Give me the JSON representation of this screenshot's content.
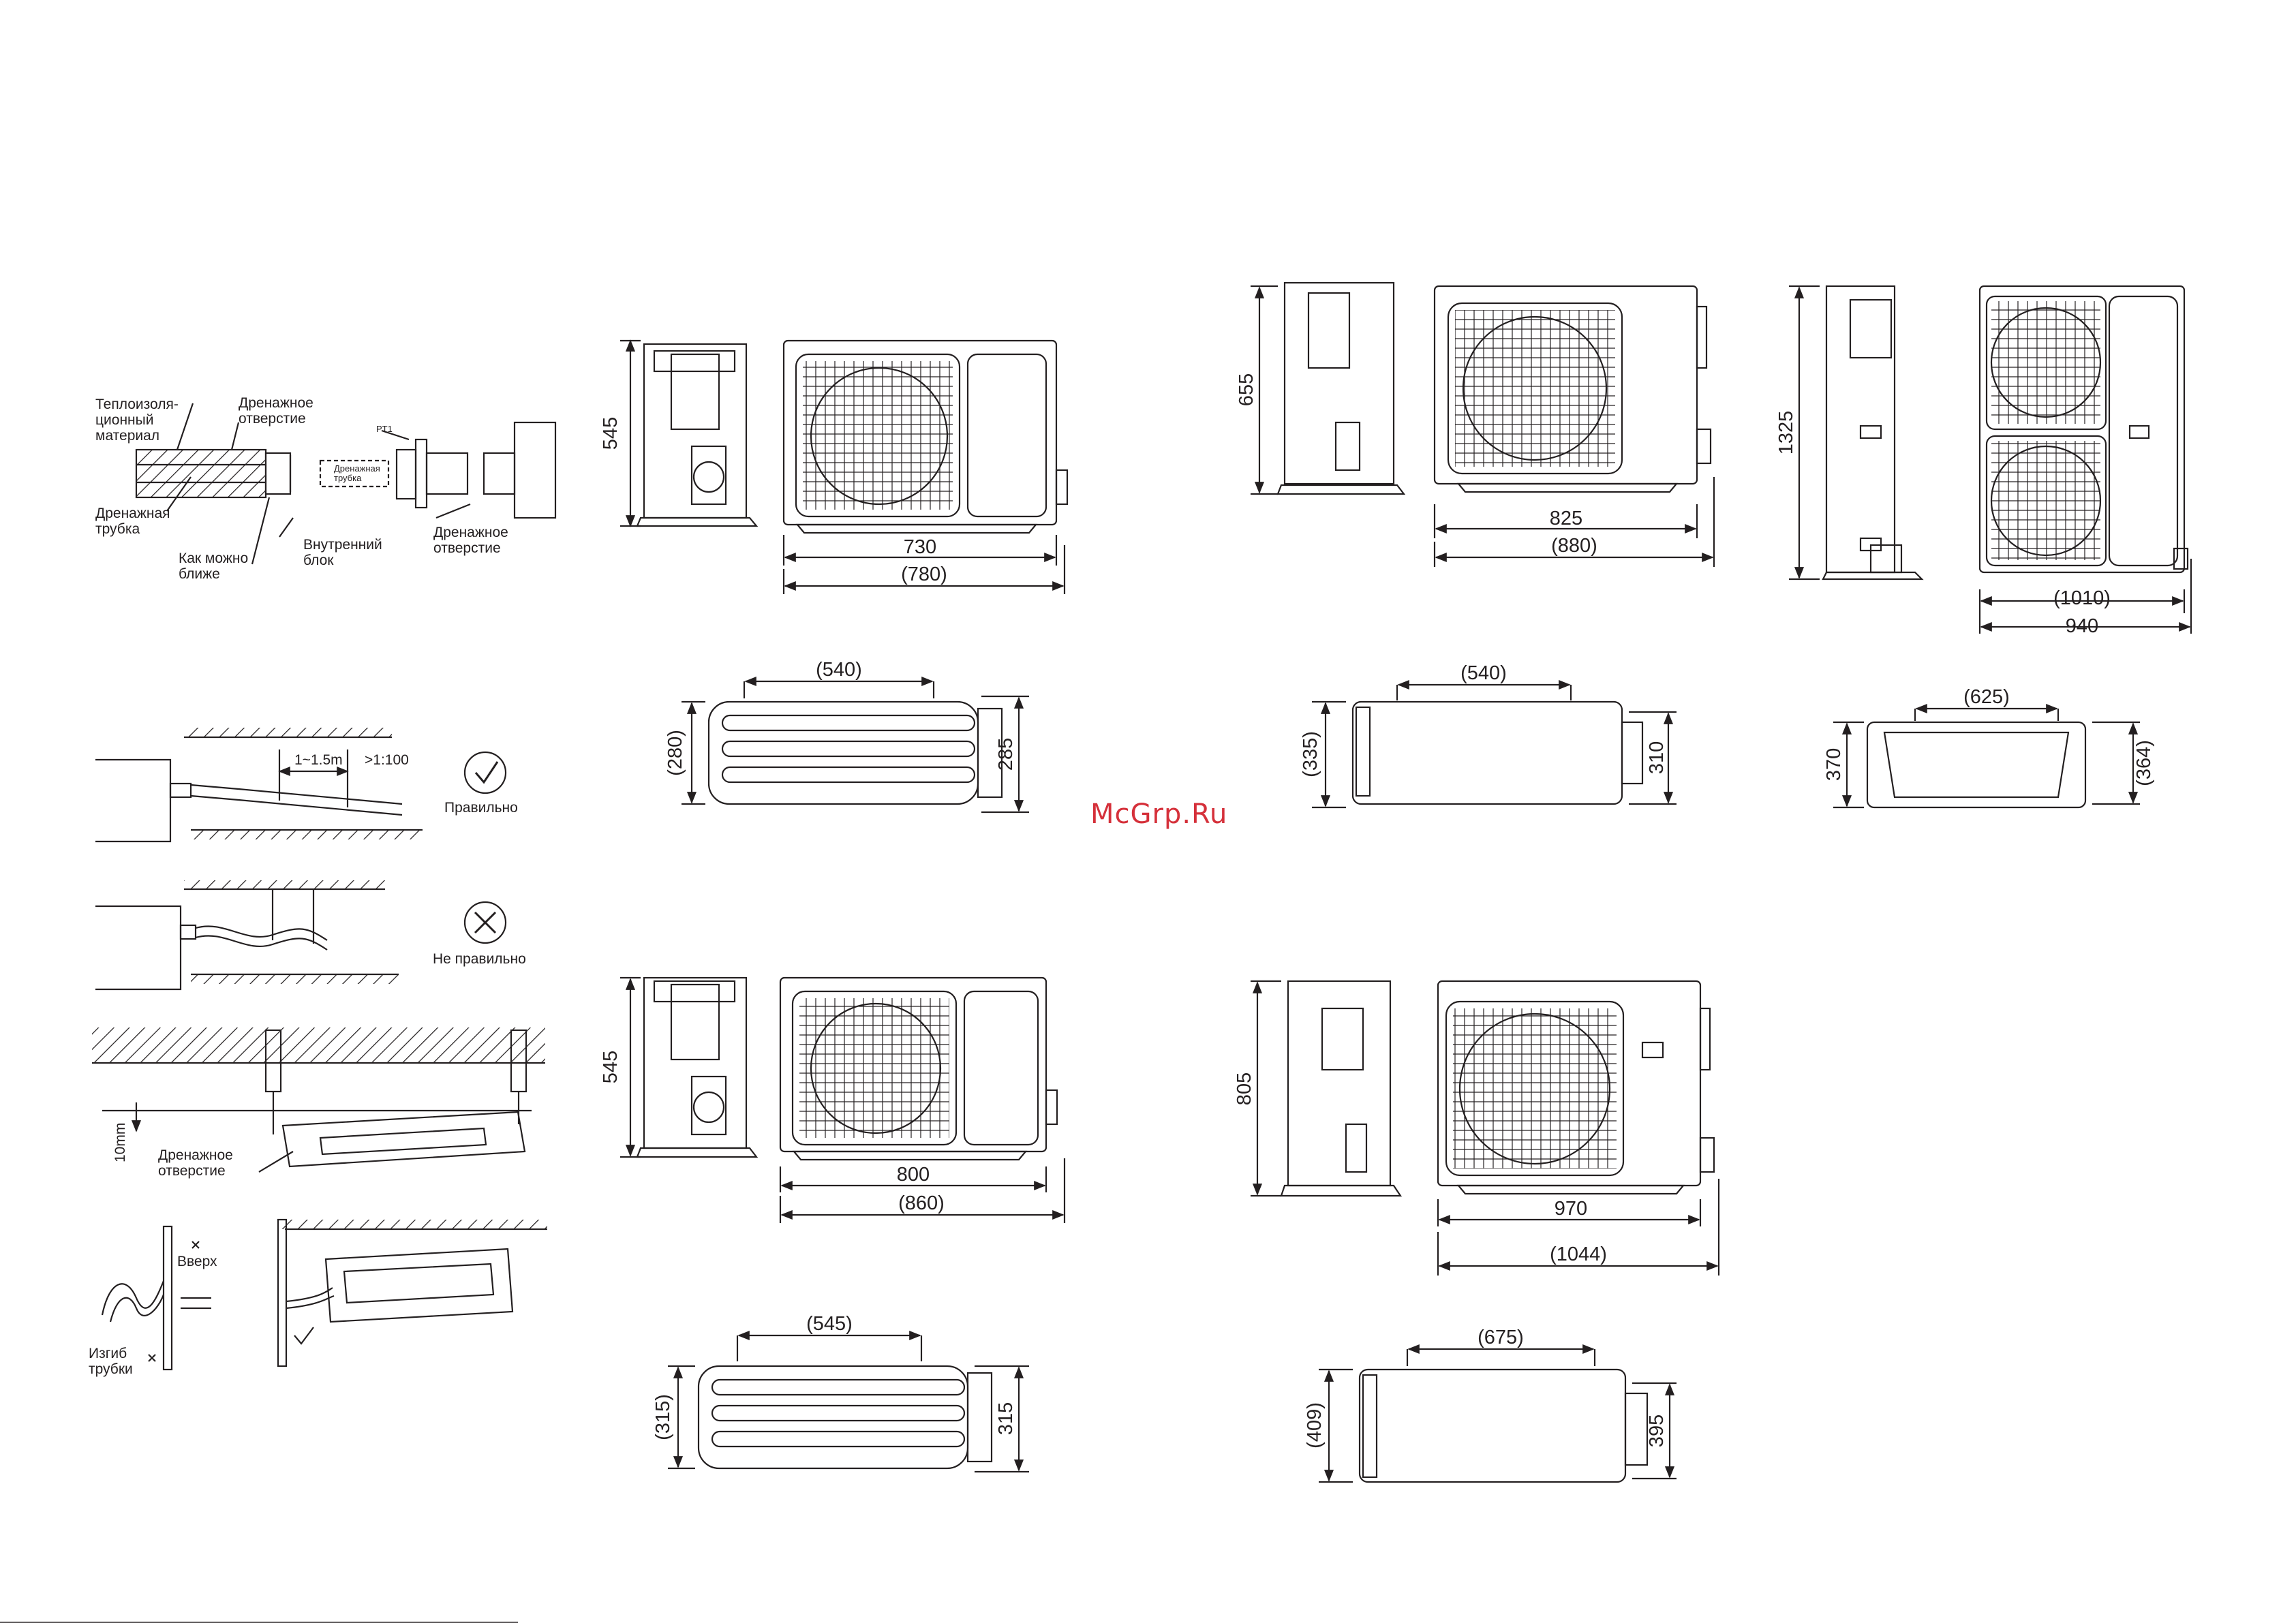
{
  "watermark": "McGrp.Ru",
  "drain_detail": {
    "label_insulation_1": "Теплоизоля-",
    "label_insulation_2": "ционный",
    "label_insulation_3": "материал",
    "label_drain_hole_1": "Дренажное",
    "label_drain_hole_2": "отверстие",
    "label_drain_pipe_1": "Дренажная",
    "label_drain_pipe_2": "трубка",
    "label_close_1": "Как можно",
    "label_close_2": "ближе",
    "label_indoor_1": "Внутренний",
    "label_indoor_2": "блок",
    "label_pt1": "PT1",
    "label_pipe_small_1": "Дренажная",
    "label_pipe_small_2": "трубка",
    "label_drain_hole2_1": "Дренажное",
    "label_drain_hole2_2": "отверстие"
  },
  "slope_detail": {
    "label_span": "1~1.5m",
    "label_slope": ">1:100",
    "label_correct": "Правильно",
    "label_incorrect": "Не правильно"
  },
  "ceiling_detail": {
    "label_gap": "10mm",
    "label_hole_1": "Дренажное",
    "label_hole_2": "отверстие"
  },
  "bend_detail": {
    "label_up": "Вверх",
    "label_bend_1": "Изгиб",
    "label_bend_2": "трубки"
  },
  "units": {
    "u1": {
      "height": "545",
      "width": "730",
      "width_total": "(780)",
      "mount": "(540)",
      "depth": "(280)",
      "depth_total": "285"
    },
    "u2": {
      "height": "655",
      "width": "825",
      "width_total": "(880)",
      "mount": "(540)",
      "depth": "(335)",
      "depth_total": "310"
    },
    "u3": {
      "height": "1325",
      "width_total": "(1010)",
      "width": "940",
      "mount": "(625)",
      "depth": "370",
      "depth_total": "(364)"
    },
    "u4": {
      "height": "545",
      "width": "800",
      "width_total": "(860)",
      "mount": "(545)",
      "depth": "(315)",
      "depth_total": "315"
    },
    "u5": {
      "height": "805",
      "width": "970",
      "width_total": "(1044)",
      "mount": "(675)",
      "depth": "(409)",
      "depth_total": "395"
    }
  }
}
